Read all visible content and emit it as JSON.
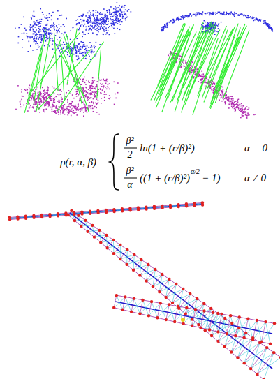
{
  "diagram": {
    "labels": [
      "ρ(r, α, β) =",
      "β²",
      "2",
      "ln(1 + (r/β)²)",
      "α = 0",
      "β²",
      "α",
      "((1 + (r/β)²)",
      "α/2",
      "− 1)",
      "α ≠ 0"
    ]
  }
}
